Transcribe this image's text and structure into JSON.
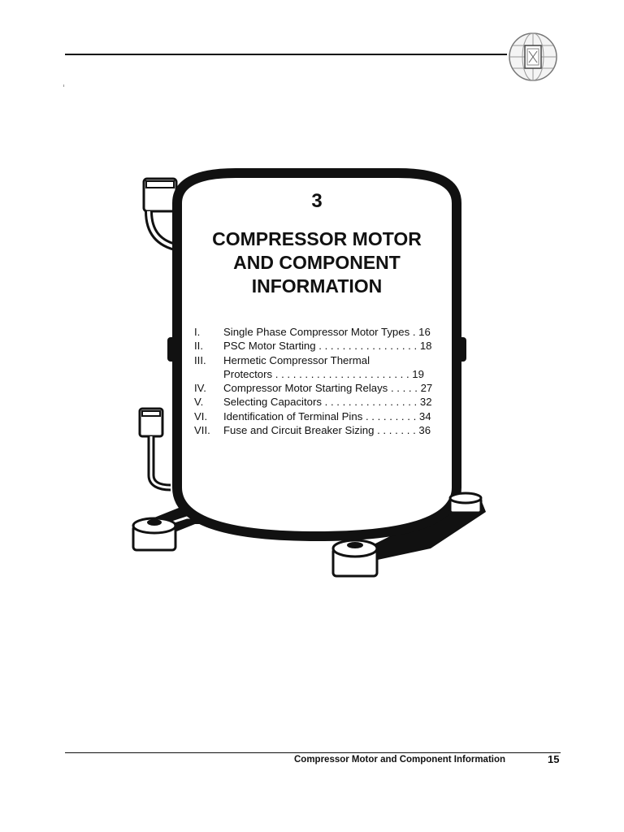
{
  "chapter": {
    "number": "3",
    "title_lines": [
      "COMPRESSOR  MOTOR",
      "AND  COMPONENT",
      "INFORMATION"
    ]
  },
  "toc": [
    {
      "num": "I.",
      "lines": [
        "Single Phase Compressor Motor Types . 16"
      ]
    },
    {
      "num": "II.",
      "lines": [
        "PSC Motor Starting . . . . . . . . . . . . . . . . .  18"
      ]
    },
    {
      "num": "III.",
      "lines": [
        "Hermetic Compressor Thermal",
        "Protectors . . . . . . . . . . . . . . . . . . . . . . .  19"
      ]
    },
    {
      "num": "IV.",
      "lines": [
        "Compressor Motor Starting Relays . . . . .  27"
      ]
    },
    {
      "num": "V.",
      "lines": [
        "Selecting Capacitors . . . . . . . . . . . . . . . .  32"
      ]
    },
    {
      "num": "VI.",
      "lines": [
        "Identification of Terminal Pins . . . . . . . . .  34"
      ]
    },
    {
      "num": "VII.",
      "lines": [
        "Fuse and Circuit Breaker Sizing . . . . . . .  36"
      ]
    }
  ],
  "footer": {
    "title": "Compressor Motor and Component Information",
    "page": "15"
  }
}
